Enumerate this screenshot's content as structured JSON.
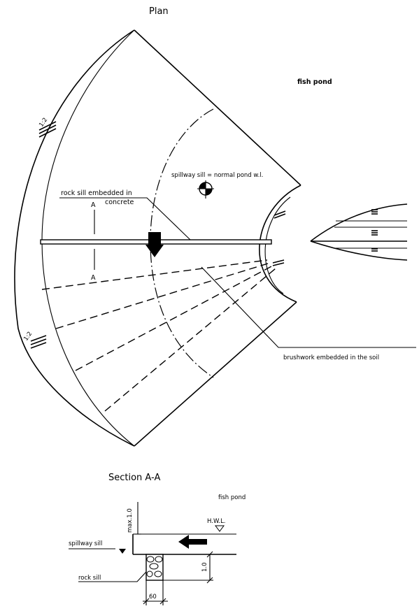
{
  "plan": {
    "title": "Plan",
    "fish_pond_label": "fish  pond",
    "spillway_label": "spillway sill = normal  pond  w.l.",
    "rock_sill_label_line1": "rock sill  embedded in",
    "rock_sill_label_line2": "concrete",
    "section_marker": "A",
    "brushwork_label": "brushwork  embedded  in  the  soil",
    "slope_label": "1:2"
  },
  "section": {
    "title": "Section  A-A",
    "fish_pond_label": "fish pond",
    "max_dim": "max.1.0",
    "hwl_label": "H.W.L.",
    "spillway_sill_label": "spillway sill",
    "rock_sill_label": "rock sill",
    "height_dim": "1.0",
    "width_dim": "60"
  }
}
